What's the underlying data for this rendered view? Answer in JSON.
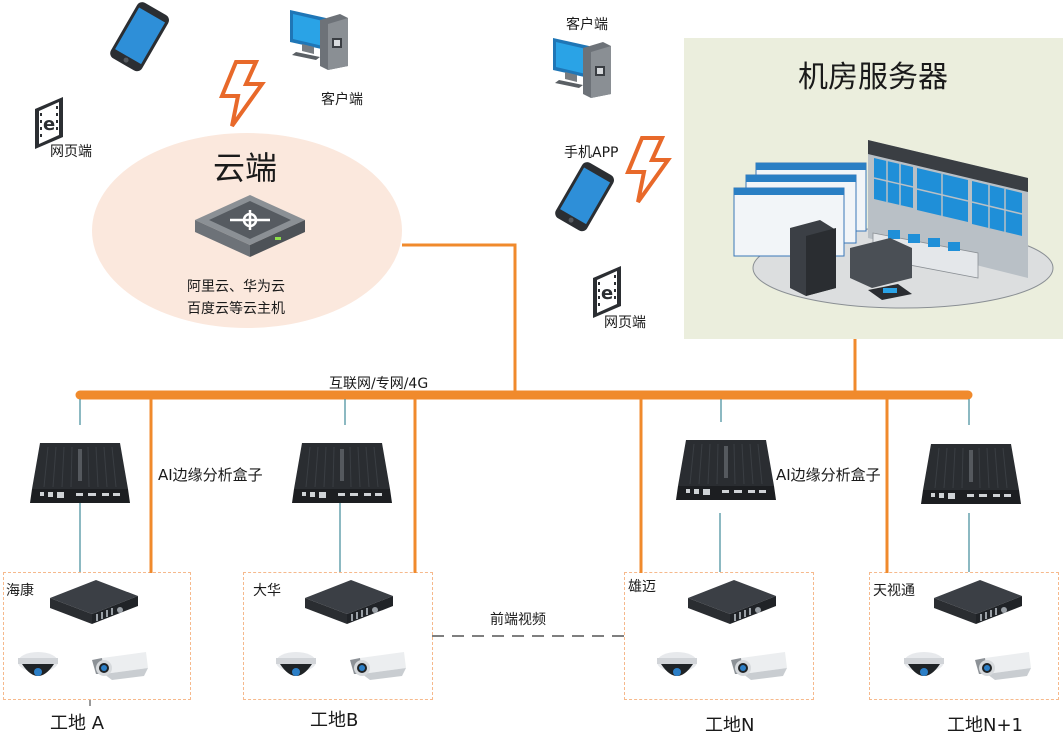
{
  "cloud": {
    "title": "云端",
    "providers_line1": "阿里云、华为云",
    "providers_line2": "百度云等云主机",
    "icon": "cloud-switch-icon"
  },
  "cloud_clients": {
    "mobile_icon": "smartphone-icon",
    "desktop_label": "客户端",
    "web_label": "网页端"
  },
  "server_room": {
    "title": "机房服务器",
    "icon": "control-room-icon",
    "clients": {
      "desktop_label": "客户端",
      "app_label": "手机APP",
      "web_label": "网页端"
    }
  },
  "network": {
    "bus_label": "互联网/专网/4G",
    "front_video_label": "前端视频"
  },
  "edge_box_label": "AI边缘分析盒子",
  "sites": [
    {
      "vendor": "海康",
      "name": "工地 A"
    },
    {
      "vendor": "大华",
      "name": "工地B"
    },
    {
      "vendor": "雄迈",
      "name": "工地N"
    },
    {
      "vendor": "天视通",
      "name": "工地N+1"
    }
  ],
  "colors": {
    "bus": "#f08a2c",
    "link": "#3f8a9a",
    "cloud_fill": "#fbe8dd",
    "server_room_fill": "#ebeedd",
    "site_border": "#f6b98c"
  }
}
